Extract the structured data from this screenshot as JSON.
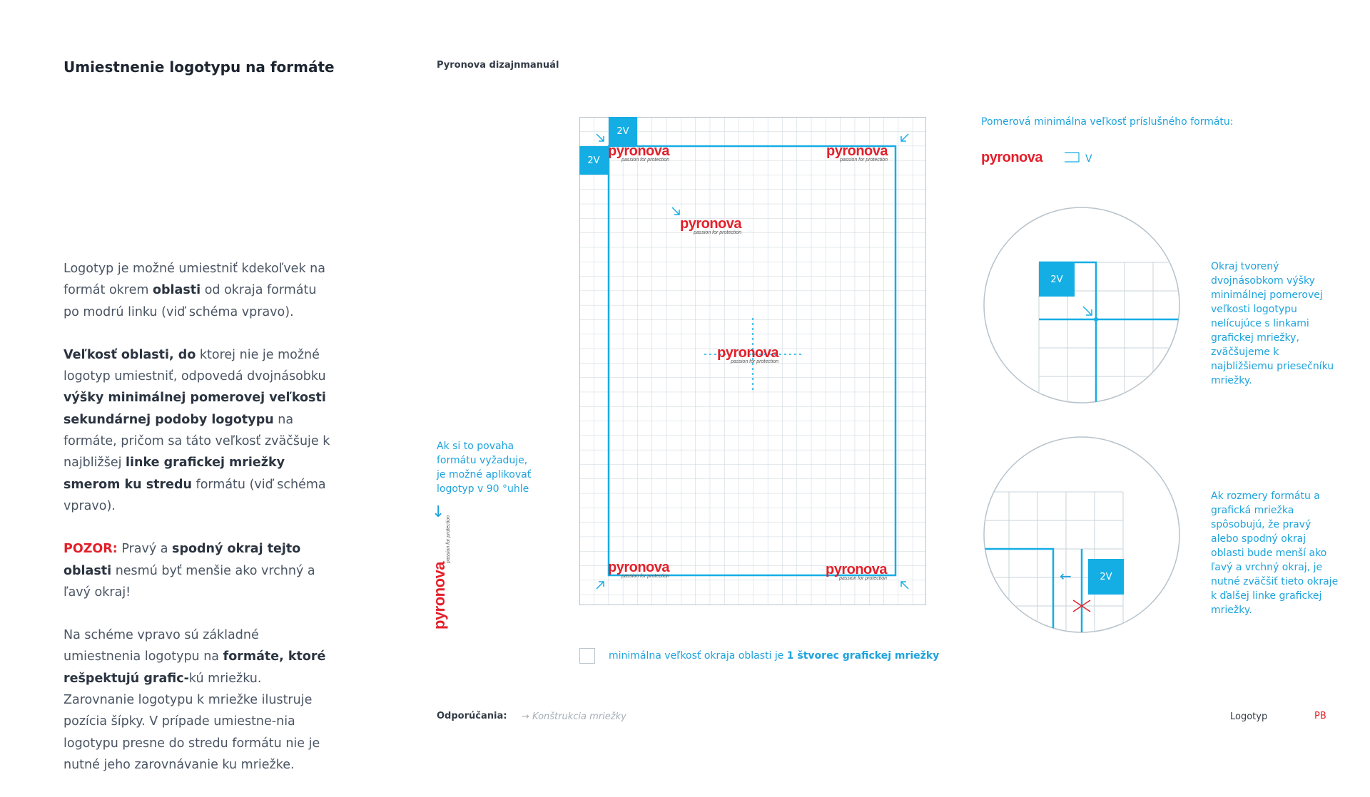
{
  "page": {
    "title": "Umiestnenie logotypu na formáte",
    "header": "Pyronova dizajnmanuál"
  },
  "body": {
    "p1_a": "Logotyp je možné umiestniť kdekoľvek na formát okrem ",
    "p1_b": "oblasti",
    "p1_c": " od okraja formátu po modrú linku (viď schéma vpravo).",
    "p2_a": "Veľkosť oblasti, do",
    "p2_b": " ktorej nie je možné logotyp umiestniť, odpovedá dvojnásobku ",
    "p2_c": "výšky minimálnej pomerovej veľkosti sekundárnej podoby logotypu",
    "p2_d": " na formáte, pričom sa táto veľkosť zväčšuje k najbližšej ",
    "p2_e": "linke grafickej mriežky smerom ku stredu",
    "p2_f": " formátu (viď schéma vpravo).",
    "p3_label": "POZOR:",
    "p3_a": " Pravý a ",
    "p3_b": "spodný okraj tejto oblasti",
    "p3_c": " nesmú byť menšie ako vrchný a ľavý okraj!",
    "p4_a": "Na schéme vpravo sú základné umiestnenia logotypu na ",
    "p4_b": "formáte, ktoré rešpektujú grafic-",
    "p4_c": "kú mriežku.",
    "p4_d": " Zarovnanie logotypu k mriežke ilustruje pozícia šípky. V prípade umiestne-nia logotypu presne do stredu formátu nie je nutné jeho zarovnávanie ku mriežke."
  },
  "rotated_note": {
    "text": "Ak si to povaha formátu vyžaduje, je možné aplikovať logotyp v 90 °uhle",
    "arrow": "↓"
  },
  "logo": {
    "wordmark": "pyronova",
    "tagline": "passion for protection"
  },
  "grid": {
    "label_2v": "2V"
  },
  "min_size": {
    "label": "Pomerová minimálna veľkosť príslušného formátu:",
    "v_label": "V"
  },
  "detail1": {
    "note": "Okraj tvorený dvojnásobkom výšky minimálnej pomerovej veľkosti logotypu nelícujúce s linkami grafickej mriežky, zväčšujeme k najbližšiemu priesečníku mriežky."
  },
  "detail2": {
    "note": "Ak rozmery formátu a grafická mriežka spôsobujú, že pravý alebo spodný okraj oblasti bude menší ako ľavý a vrchný okraj, je nutné zväčšiť tieto okraje k ďalšej linke grafickej mriežky.",
    "arrow": "←"
  },
  "legend": {
    "text_a": "minimálna veľkosť okraja oblasti je ",
    "text_b": "1 štvorec grafickej mriežky"
  },
  "footer": {
    "recommendations_label": "Odporúčania:",
    "link": "→ Konštrukcia mriežky",
    "section": "Logotyp",
    "page_code": "PB"
  },
  "colors": {
    "accent_blue": "#14aee5",
    "brand_red": "#e3202a",
    "grid_line": "#c9d3da"
  }
}
